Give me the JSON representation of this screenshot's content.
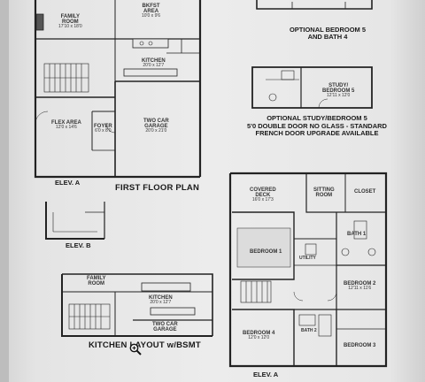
{
  "labels": {
    "optional_bedroom5": "OPTIONAL BEDROOM 5",
    "and_bath4": "AND BATH 4",
    "opt_study_1": "OPTIONAL STUDY/BEDROOM 5",
    "opt_study_2": "5'0 DOUBLE DOOR NO GLASS - STANDARD",
    "opt_study_3": "FRENCH DOOR UPGRADE AVAILABLE",
    "elev_a_1": "ELEV. A",
    "first_floor_plan": "FIRST FLOOR PLAN",
    "elev_b": "ELEV. B",
    "kitchen_layout": "KITCHEN LAYOUT w/BSMT",
    "elev_a_2": "ELEV. A"
  },
  "rooms": {
    "family_room": "FAMILY\nROOM",
    "family_room_dim": "17'10 x 18'0",
    "bkfst_area": "BKFST\nAREA",
    "bkfst_dim": "10'0 x 9'6",
    "kitchen": "KITCHEN",
    "kitchen_dim": "20'0 x 12'7",
    "flex_area": "FLEX AREA",
    "flex_dim": "12'0 x 14'6",
    "foyer": "FOYER",
    "foyer_dim": "6'0 x 8'0",
    "two_car_garage": "TWO CAR\nGARAGE",
    "garage_dim": "20'0 x 21'0",
    "study_bedroom5": "STUDY/\nBEDROOM 5",
    "study_dim": "12'11 x 12'0",
    "covered_deck": "COVERED\nDECK",
    "deck_dim": "16'0 x 17'3",
    "sitting_room": "SITTING\nROOM",
    "closet": "CLOSET",
    "bedroom1": "BEDROOM 1",
    "bath1": "BATH 1",
    "utility": "UTILITY",
    "bedroom2": "BEDROOM 2",
    "bedroom2_dim": "12'11 x 11'6",
    "bedroom4": "BEDROOM 4",
    "bedroom4_dim": "12'0 x 12'0",
    "bath2": "BATH 2",
    "bedroom3": "BEDROOM 3",
    "bsmt_family_room": "FAMILY\nROOM",
    "bsmt_kitchen": "KITCHEN",
    "bsmt_kitchen_dim": "20'0 x 12'7",
    "bsmt_garage": "TWO CAR\nGARAGE"
  },
  "icons": {
    "magnifier": "magnifier-icon"
  }
}
